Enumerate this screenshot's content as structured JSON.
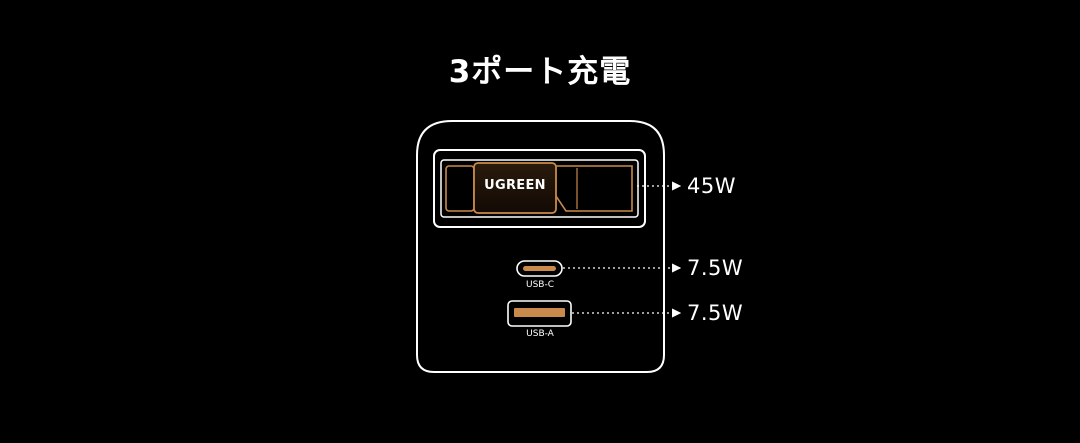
{
  "title": "3ポート充電",
  "cable": {
    "brand": "UGREEN"
  },
  "ports": [
    {
      "label": "",
      "output": "45W"
    },
    {
      "label": "USB-C",
      "output": "7.5W"
    },
    {
      "label": "USB-A",
      "output": "7.5W"
    }
  ],
  "colors": {
    "background": "#000000",
    "outline": "#ffffff",
    "accent": "#c98a4b",
    "brand_text": "#ffffff"
  }
}
